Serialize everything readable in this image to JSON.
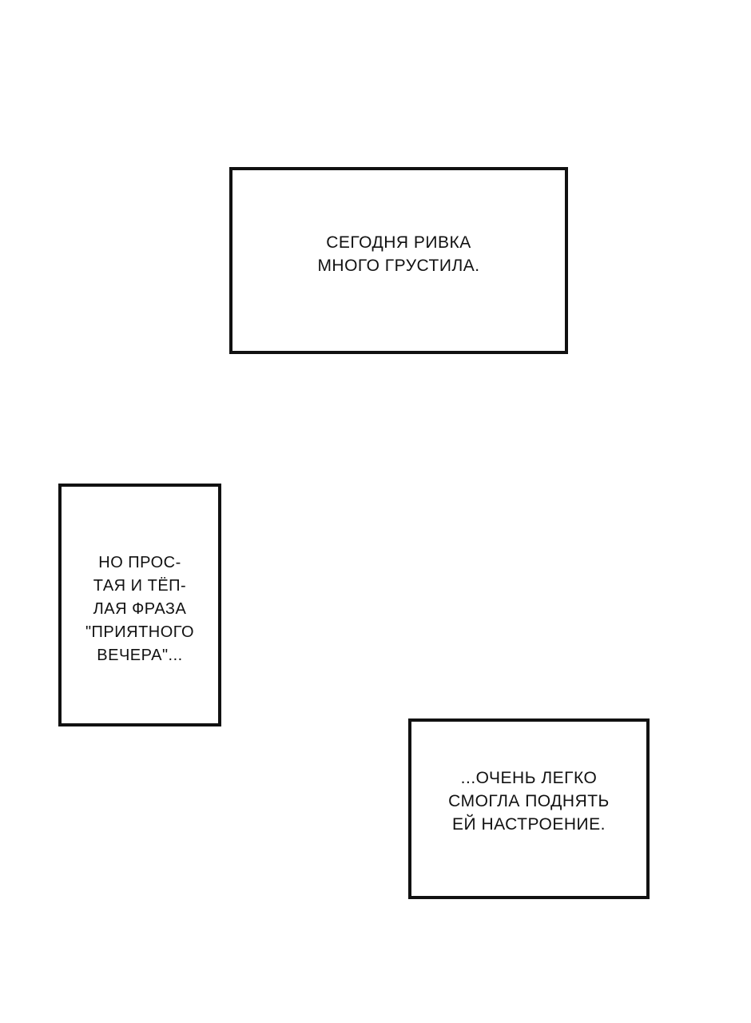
{
  "panels": [
    {
      "lines": [
        "Сегодня Ривка",
        "много грустила."
      ]
    },
    {
      "lines": [
        "Но прос-",
        "тая и тёп-",
        "лая фраза",
        "\"приятного",
        "вечера\"..."
      ]
    },
    {
      "lines": [
        "...очень легко",
        "смогла поднять",
        "ей настроение."
      ]
    }
  ]
}
